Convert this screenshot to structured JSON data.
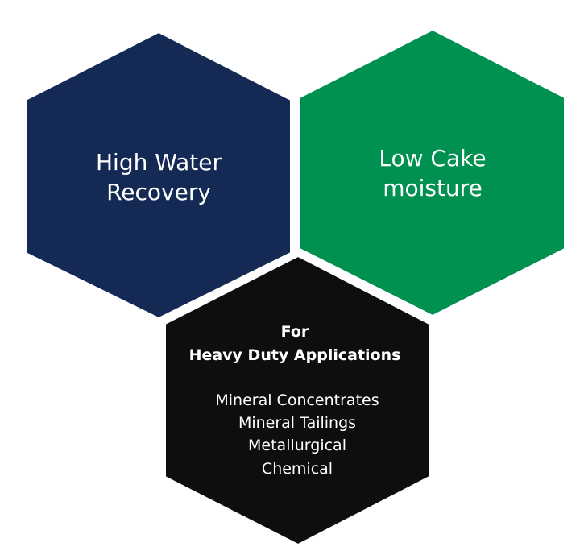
{
  "colors": {
    "background": "#ffffff",
    "hex_left": "#142a55",
    "hex_right": "#009150",
    "hex_bottom": "#0e0e0e",
    "text": "#ffffff"
  },
  "hex_left": {
    "lines": [
      "High Water",
      "Recovery"
    ]
  },
  "hex_right": {
    "lines": [
      "Low Cake",
      "moisture"
    ]
  },
  "hex_bottom": {
    "heading": [
      "For",
      "Heavy Duty Applications"
    ],
    "items": [
      "Mineral Concentrates",
      "Mineral Tailings",
      "Metallurgical",
      "Chemical"
    ]
  }
}
